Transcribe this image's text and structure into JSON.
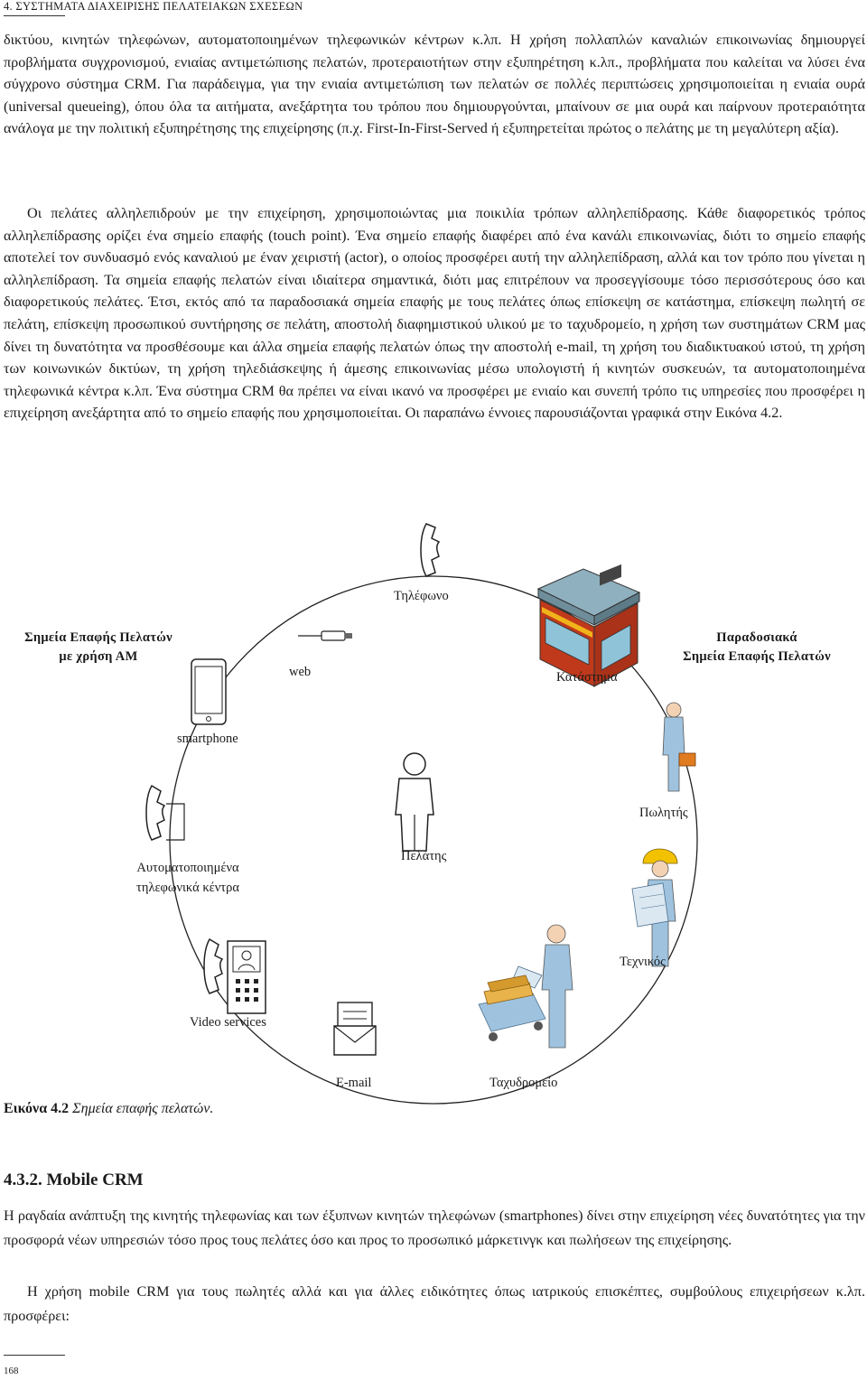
{
  "header": {
    "running_title": "4. ΣΥΣΤΗΜΑΤΑ ΔΙΑΧΕΙΡΙΣΗΣ ΠΕΛΑΤΕΙΑΚΩΝ ΣΧΕΣΕΩΝ"
  },
  "paragraphs": {
    "p1": "δικτύου, κινητών τηλεφώνων, αυτοματοποιημένων τηλεφωνικών κέντρων κ.λπ. Η χρήση πολλαπλών καναλιών επικοινωνίας δημιουργεί προβλήματα συγχρονισμού, ενιαίας αντιμετώπισης πελατών, προτεραιοτήτων στην εξυπηρέτηση κ.λπ., προβλήματα που καλείται να λύσει ένα σύγχρονο σύστημα CRM. Για παράδειγμα, για την ενιαία αντιμετώπιση των πελατών σε πολλές περιπτώσεις χρησιμοποιείται η ενιαία ουρά (universal queueing), όπου όλα τα αιτήματα, ανεξάρτητα του τρόπου που δημιουργούνται, μπαίνουν σε μια ουρά και παίρνουν προτεραιότητα ανάλογα με την πολιτική εξυπηρέτησης της επιχείρησης (π.χ. First-In-First-Served ή εξυπηρετείται πρώτος ο πελάτης με τη μεγαλύτερη αξία).",
    "p2": "Οι πελάτες αλληλεπιδρούν με την επιχείρηση, χρησιμοποιώντας μια ποικιλία τρόπων αλληλεπίδρασης. Κάθε διαφορετικός τρόπος αλληλεπίδρασης ορίζει ένα σημείο επαφής (touch point). Ένα σημείο επαφής διαφέρει από ένα κανάλι επικοινωνίας, διότι το σημείο επαφής αποτελεί τον συνδυασμό ενός καναλιού με έναν χειριστή (actor), ο οποίος προσφέρει αυτή την αλληλεπίδραση, αλλά και τον τρόπο που γίνεται η αλληλεπίδραση. Τα σημεία επαφής πελατών είναι ιδιαίτερα σημαντικά, διότι μας επιτρέπουν να προσεγγίσουμε τόσο περισσότερους όσο και διαφορετικούς πελάτες. Έτσι, εκτός από τα παραδοσιακά σημεία επαφής με τους πελάτες όπως επίσκεψη σε κατάστημα, επίσκεψη πωλητή σε πελάτη, επίσκεψη προσωπικού συντήρησης σε πελάτη, αποστολή διαφημιστικού υλικού με το ταχυδρομείο, η χρήση των συστημάτων CRM μας δίνει τη δυνατότητα να προσθέσουμε και άλλα σημεία επαφής πελατών όπως την αποστολή e-mail, τη χρήση του διαδικτυακού ιστού, τη χρήση των κοινωνικών δικτύων, τη χρήση τηλεδιάσκεψης ή άμεσης επικοινωνίας μέσω υπολογιστή ή κινητών συσκευών, τα αυτοματοποιημένα τηλεφωνικά κέντρα κ.λπ. Ένα σύστημα CRM θα πρέπει να είναι ικανό να προσφέρει με ενιαίο και συνεπή τρόπο τις υπηρεσίες που προσφέρει η επιχείρηση ανεξάρτητα από το σημείο επαφής που χρησιμοποιείται. Οι παραπάνω έννοιες παρουσιάζονται γραφικά στην Εικόνα 4.2.",
    "p3": "Η ραγδαία ανάπτυξη της κινητής τηλεφωνίας και των έξυπνων κινητών τηλεφώνων (smartphones) δίνει στην επιχείρηση νέες δυνατότητες για την προσφορά νέων υπηρεσιών τόσο προς τους πελάτες όσο και προς το προσωπικό μάρκετινγκ και πωλήσεων της επιχείρησης.",
    "p4": "Η χρήση mobile CRM για τους πωλητές αλλά και για άλλες ειδικότητες όπως ιατρικούς επισκέπτες, συμβούλους επιχειρήσεων κ.λπ. προσφέρει:"
  },
  "diagram": {
    "group_left_line1": "Σημεία Επαφής Πελατών",
    "group_left_line2": "με χρήση ΑΜ",
    "group_right_line1": "Παραδοσιακά",
    "group_right_line2": "Σημεία Επαφής Πελατών",
    "labels": {
      "phone": "Τηλέφωνο",
      "web": "web",
      "store": "Κατάστημα",
      "smartphone": "smartphone",
      "salesman": "Πωλητής",
      "customer": "Πελάτης",
      "callcenter_line1": "Αυτοματοποιημένα",
      "callcenter_line2": "τηλεφωνικά κέντρα",
      "technician": "Τεχνικός",
      "video": "Video services",
      "email": "E-mail",
      "post": "Ταχυδρομείο"
    },
    "colors": {
      "outline": "#222222",
      "store_roof": "#7a9aa8",
      "store_wall": "#c0391b",
      "person_fill": "#9fc3df",
      "helmet": "#f2c200",
      "briefcase": "#e07b1f"
    }
  },
  "caption": {
    "label": "Εικόνα 4.2",
    "text": "Σημεία επαφής πελατών."
  },
  "section": {
    "title": "4.3.2. Mobile CRM"
  },
  "footer": {
    "page_number": "168"
  }
}
